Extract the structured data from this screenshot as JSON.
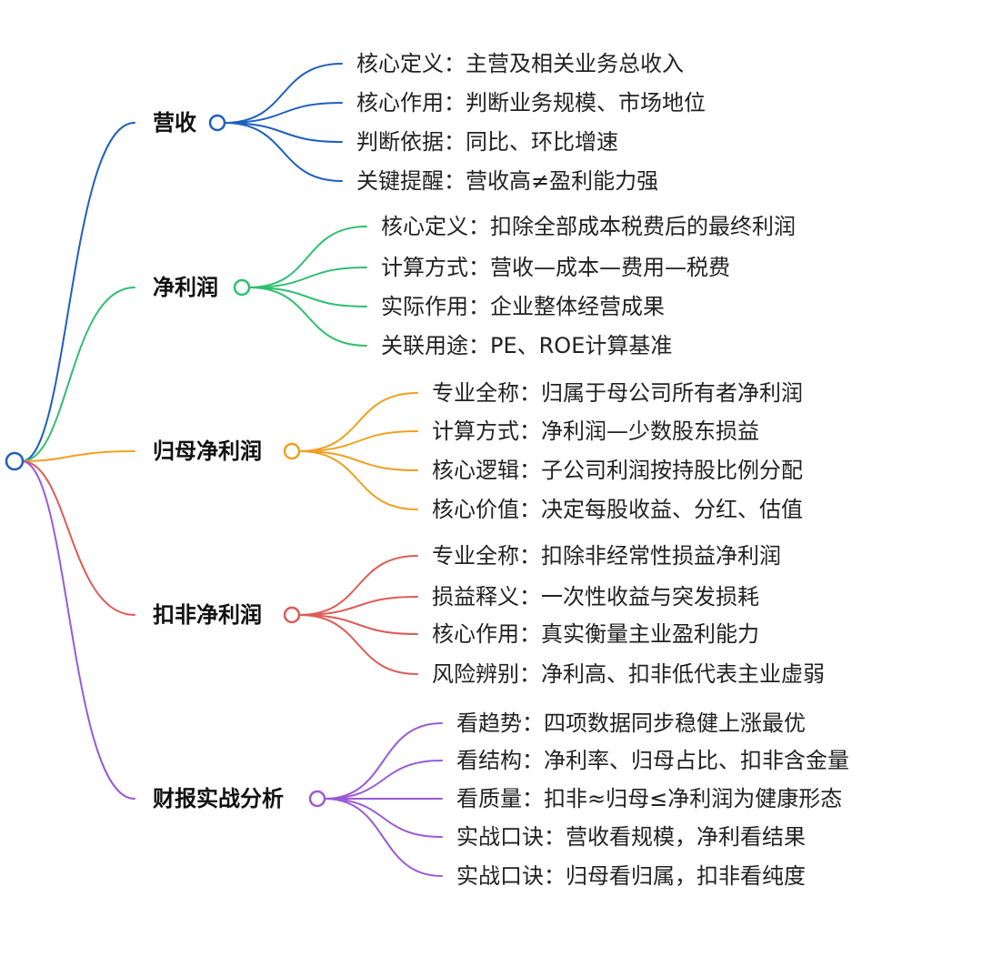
{
  "mindmap": {
    "root": {
      "colors": "#1f5fbf"
    },
    "branches": [
      {
        "label": "营收",
        "color": "#1f5fbf",
        "items": [
          "核心定义：主营及相关业务总收入",
          "核心作用：判断业务规模、市场地位",
          "判断依据：同比、环比增速",
          "关键提醒：营收高≠盈利能力强"
        ]
      },
      {
        "label": "净利润",
        "color": "#2fbf71",
        "items": [
          "核心定义：扣除全部成本税费后的最终利润",
          "计算方式：营收—成本—费用—税费",
          "实际作用：企业整体经营成果",
          "关联用途：PE、ROE计算基准"
        ]
      },
      {
        "label": "归母净利润",
        "color": "#f0a020",
        "items": [
          "专业全称：归属于母公司所有者净利润",
          "计算方式：净利润—少数股东损益",
          "核心逻辑：子公司利润按持股比例分配",
          "核心价值：决定每股收益、分红、估值"
        ]
      },
      {
        "label": "扣非净利润",
        "color": "#e05a55",
        "items": [
          "专业全称：扣除非经常性损益净利润",
          "损益释义：一次性收益与突发损耗",
          "核心作用：真实衡量主业盈利能力",
          "风险辨别：净利高、扣非低代表主业虚弱"
        ]
      },
      {
        "label": "财报实战分析",
        "color": "#9a5ad6",
        "items": [
          "看趋势：四项数据同步稳健上涨最优",
          "看结构：净利率、归母占比、扣非含金量",
          "看质量：扣非≈归母≤净利润为健康形态",
          "实战口诀：营收看规模，净利看结果",
          "实战口诀：归母看归属，扣非看纯度"
        ]
      }
    ]
  }
}
